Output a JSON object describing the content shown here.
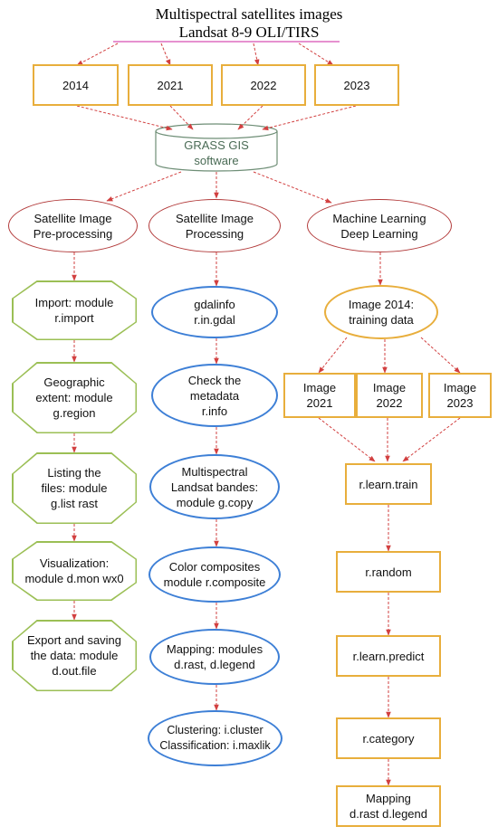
{
  "title": {
    "line1": "Multispectral satellites images",
    "line2": "Landsat 8-9 OLI/TIRS"
  },
  "years": [
    "2014",
    "2021",
    "2022",
    "2023"
  ],
  "software": "GRASS GIS\nsoftware",
  "branches": {
    "preprocessing": "Satellite Image\nPre-processing",
    "processing": "Satellite Image\nProcessing",
    "ml": "Machine Learning\nDeep Learning"
  },
  "preprocessing_steps": [
    "Import: module\nr.import",
    "Geographic\nextent: module\ng.region",
    "Listing the\nfiles: module\ng.list rast",
    "Visualization:\nmodule d.mon wx0",
    "Export and saving\nthe data: module\nd.out.file"
  ],
  "processing_steps": [
    "gdalinfo\nr.in.gdal",
    "Check the\nmetadata\nr.info",
    "Multispectral\nLandsat bandes:\nmodule g.copy",
    "Color composites\nmodule r.composite",
    "Mapping: modules\nd.rast, d.legend",
    "Clustering: i.cluster\nClassification: i.maxlik"
  ],
  "ml": {
    "training": "Image 2014:\ntraining data",
    "images": [
      "Image\n2021",
      "Image\n2022",
      "Image\n2023"
    ],
    "steps": [
      "r.learn.train",
      "r.random",
      "r.learn.predict",
      "r.category",
      "Mapping\nd.rast d.legend"
    ]
  },
  "colors": {
    "title_rule": "#d64fb4",
    "arrow": "#d24040",
    "orange": "#e8ae3c",
    "red_ellipse": "#b23a3a",
    "blue_ellipse": "#3d7fd6",
    "green_octagon": "#9bbf55",
    "cylinder": "#6e8e76"
  }
}
